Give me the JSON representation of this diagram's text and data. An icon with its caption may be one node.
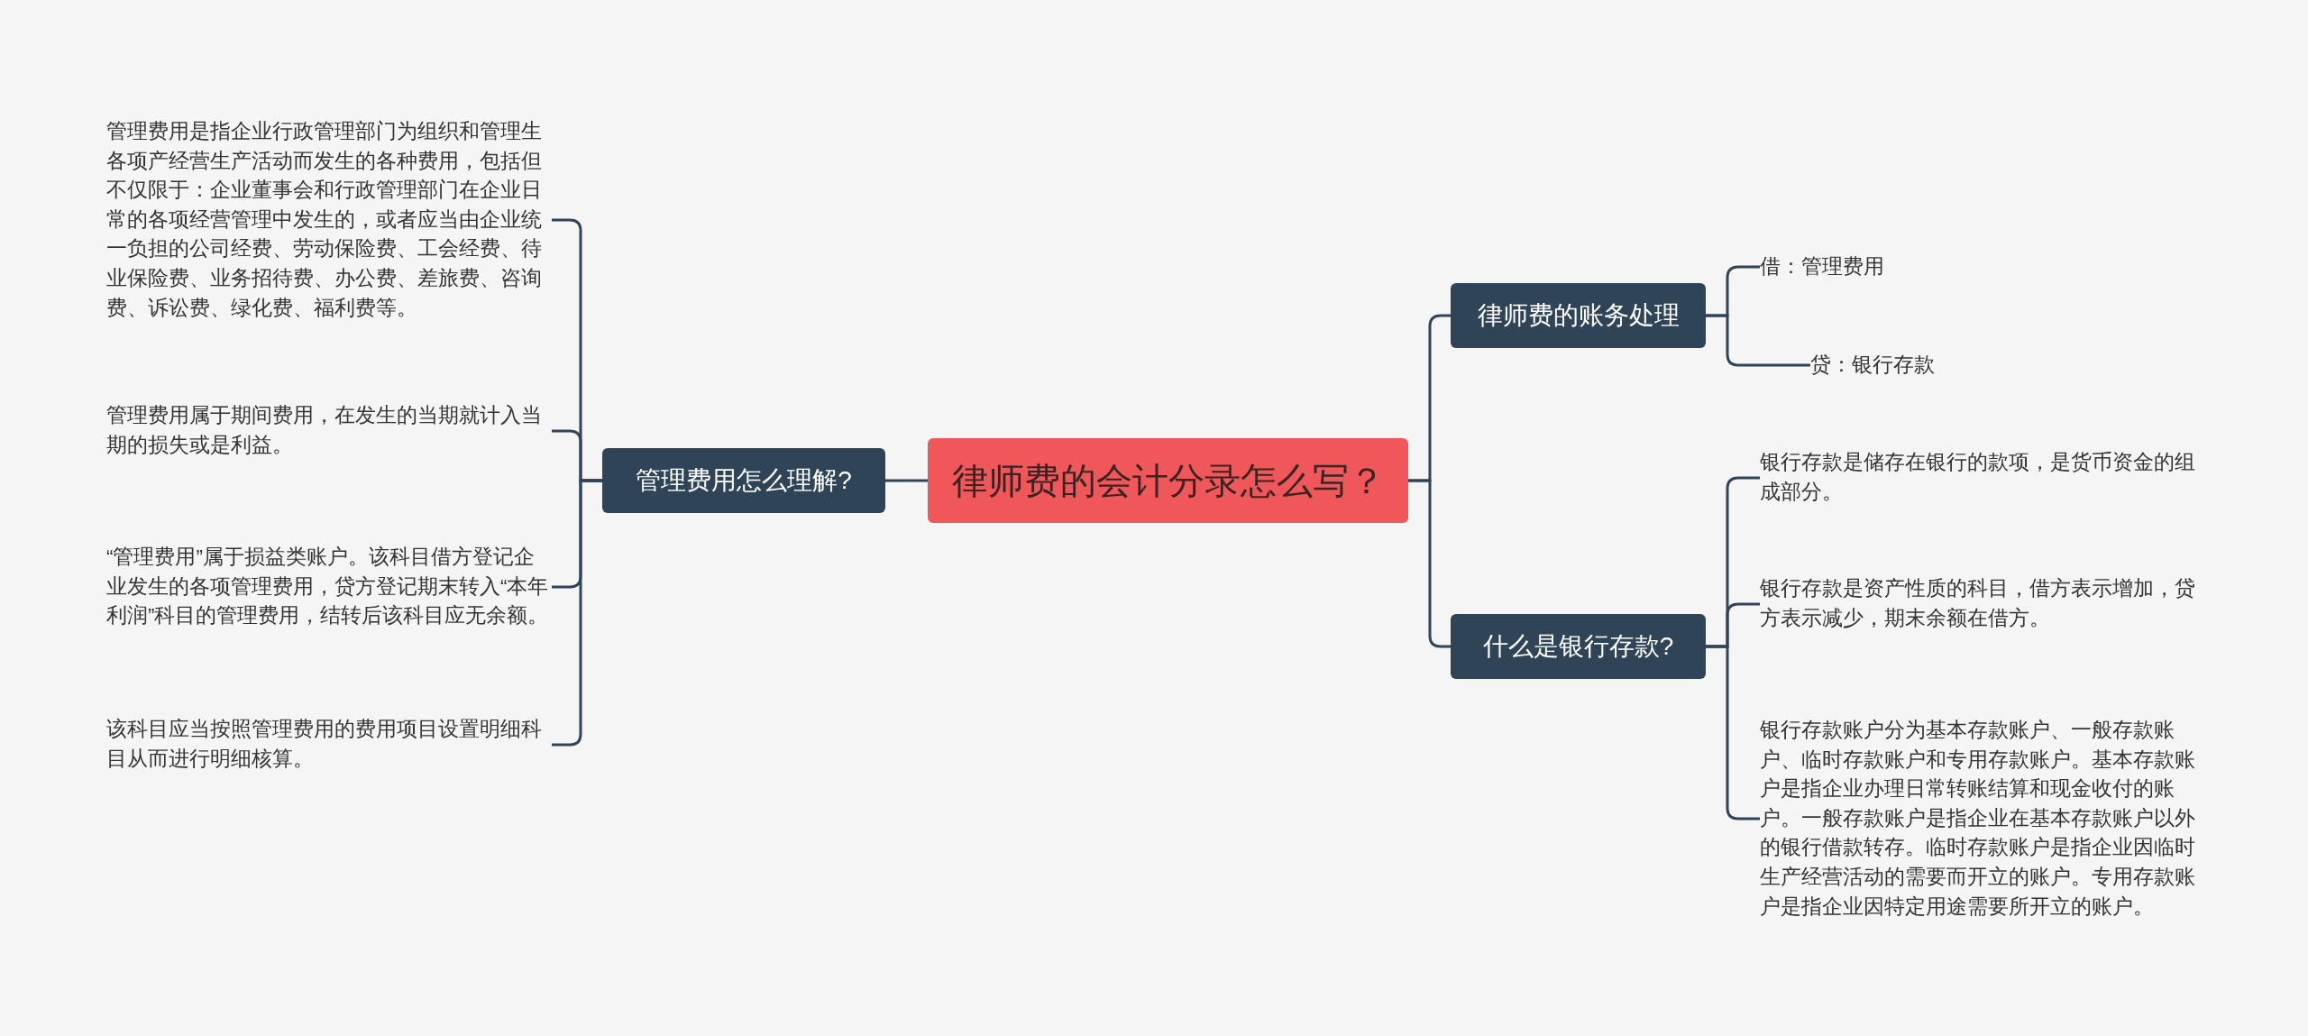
{
  "diagram": {
    "nodes": [
      {
        "text": [
          "律师费的会计分录怎么写？"
        ]
      },
      {
        "text": [
          "管理费用怎么理解?"
        ]
      },
      {
        "text": [
          "管理费用是指企业行政管理部门为组织和管理生各项产经营生产活动而发生的各种费用，包括但不仅限于：企业董事会和行政管理部门在企业日常的各项经营管理中发生的，或者应当由企业统一负担的公司经费、劳动保险费、工会经费、待业保险费、业务招待费、办公费、差旅费、咨询费、诉讼费、绿化费、福利费等。"
        ]
      },
      {
        "text": [
          "管理费用属于期间费用，在发生的当期就计入当期的损失或是利益。"
        ]
      },
      {
        "text": [
          "“管理费用”属于损益类账户。该科目借方登记企业发生的各项管理费用，贷方登记期末转入“本年利润”科目的管理费用，结转后该科目应无余额。"
        ]
      },
      {
        "text": [
          "该科目应当按照管理费用的费用项目设置明细科目从而进行明细核算。"
        ]
      },
      {
        "text": [
          "律师费的账务处理"
        ]
      },
      {
        "text": [
          "借：管理费用"
        ]
      },
      {
        "text": [
          "贷：银行存款"
        ]
      },
      {
        "text": [
          "什么是银行存款?"
        ]
      },
      {
        "text": [
          "银行存款是储存在银行的款项，是货币资金的组成部分。"
        ]
      },
      {
        "text": [
          "银行存款是资产性质的科目，借方表示增加，贷方表示减少，期末余额在借方。"
        ]
      },
      {
        "text": [
          "银行存款账户分为基本存款账户、一般存款账户、临时存款账户和专用存款账户。基本存款账户是指企业办理日常转账结算和现金收付的账户。一般存款账户是指企业在基本存款账户以外的银行借款转存。临时存款账户是指企业因临时生产经营活动的需要而开立的账户。专用存款账户是指企业因特定用途需要所开立的账户。"
        ]
      }
    ],
    "edges": [
      {
        "from": 0,
        "to": 1,
        "arrow": "none"
      },
      {
        "from": 1,
        "to": 2,
        "arrow": "none"
      },
      {
        "from": 1,
        "to": 3,
        "arrow": "none"
      },
      {
        "from": 1,
        "to": 4,
        "arrow": "none"
      },
      {
        "from": 1,
        "to": 5,
        "arrow": "none"
      },
      {
        "from": 0,
        "to": 6,
        "arrow": "none"
      },
      {
        "from": 6,
        "to": 7,
        "arrow": "none"
      },
      {
        "from": 6,
        "to": 8,
        "arrow": "none"
      },
      {
        "from": 0,
        "to": 9,
        "arrow": "none"
      },
      {
        "from": 9,
        "to": 10,
        "arrow": "none"
      },
      {
        "from": 9,
        "to": 11,
        "arrow": "none"
      },
      {
        "from": 9,
        "to": 12,
        "arrow": "none"
      }
    ]
  }
}
